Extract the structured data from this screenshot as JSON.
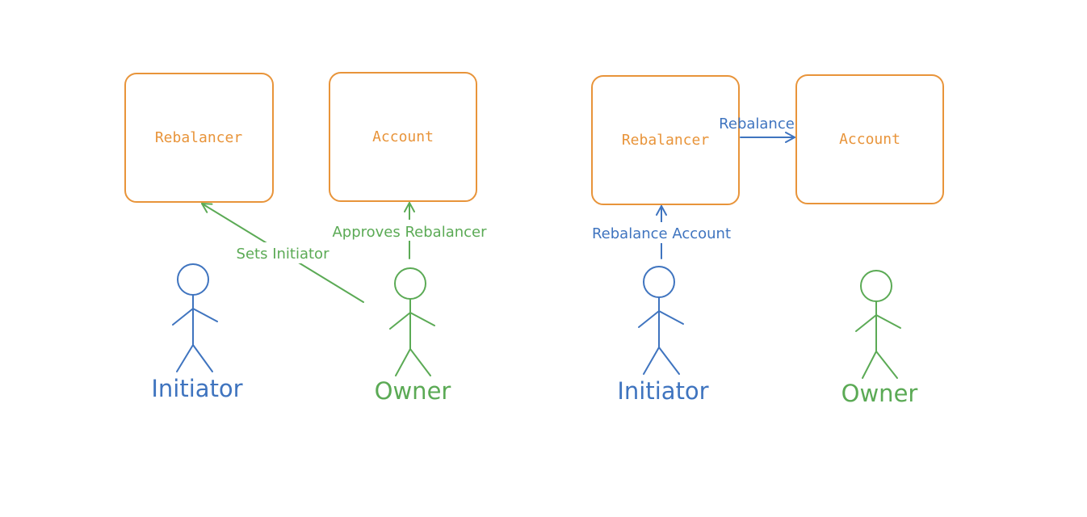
{
  "colors": {
    "orange": "#E8943A",
    "blue": "#3F74BF",
    "green": "#5BAA55",
    "background": "#FFFFFF"
  },
  "left_panel": {
    "rebalancer_box": {
      "label": "Rebalancer"
    },
    "account_box": {
      "label": "Account"
    },
    "edges": {
      "sets_initiator": {
        "label": "Sets Initiator"
      },
      "approves_rebalancer": {
        "label": "Approves Rebalancer"
      }
    },
    "initiator": {
      "label": "Initiator",
      "icon": "stick-figure"
    },
    "owner": {
      "label": "Owner",
      "icon": "stick-figure"
    }
  },
  "right_panel": {
    "rebalancer_box": {
      "label": "Rebalancer"
    },
    "account_box": {
      "label": "Account"
    },
    "edges": {
      "rebalance": {
        "label": "Rebalance"
      },
      "rebalance_account": {
        "label": "Rebalance Account"
      }
    },
    "initiator": {
      "label": "Initiator",
      "icon": "stick-figure"
    },
    "owner": {
      "label": "Owner",
      "icon": "stick-figure"
    }
  }
}
